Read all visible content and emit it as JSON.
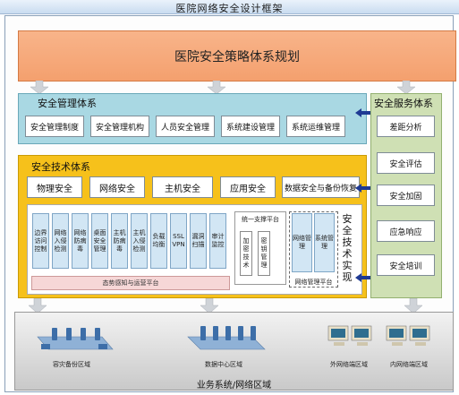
{
  "title": "医院网络安全设计框架",
  "policy": {
    "label": "医院安全策略体系规划"
  },
  "management": {
    "title": "安全管理体系",
    "items": [
      "安全管理制度",
      "安全管理机构",
      "人员安全管理",
      "系统建设管理",
      "系统运维管理"
    ]
  },
  "technology": {
    "title": "安全技术体系",
    "items": [
      "物理安全",
      "网络安全",
      "主机安全",
      "应用安全",
      "数据安全与备份恢复"
    ],
    "modules": [
      "边界访问控制",
      "网络入侵检测",
      "网络防病毒",
      "桌面安全管理",
      "主机防病毒",
      "主机入侵检测",
      "负载均衡",
      "SSL VPN",
      "漏洞扫描",
      "审计监控"
    ],
    "situation_platform": "态势感知与运营平台",
    "unified_platform": {
      "title": "统一支撑平台",
      "items": [
        "加密技术",
        "密钥管理"
      ]
    },
    "network_mgmt": {
      "items": [
        "网络管理",
        "系统管理"
      ],
      "label": "网络管理平台"
    },
    "implementation": "安全技术实现"
  },
  "service": {
    "title": "安全服务体系",
    "items": [
      "差距分析",
      "安全评估",
      "安全加固",
      "应急响应",
      "安全培训"
    ]
  },
  "zones": {
    "label": "业务系统/网络区域",
    "nodes": [
      "容灾备份区域",
      "数据中心区域",
      "外网络端区域",
      "内网络端区域"
    ]
  },
  "colors": {
    "policy": "#f4a06e",
    "management": "#a9d8e3",
    "technology": "#f6c11b",
    "service": "#cfe0b4",
    "arrow": "#1f3a93"
  }
}
